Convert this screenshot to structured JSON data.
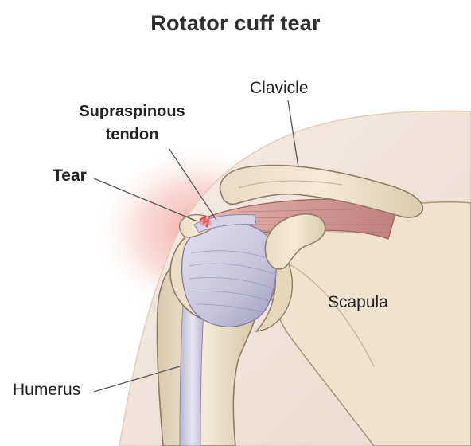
{
  "title": "Rotator cuff tear",
  "labels": {
    "clavicle": "Clavicle",
    "supraspinous_line1": "Supraspinous",
    "supraspinous_line2": "tendon",
    "tear": "Tear",
    "scapula": "Scapula",
    "humerus": "Humerus"
  },
  "colors": {
    "skin": "#f2e7dc",
    "skin_shadow": "#e4d3c2",
    "bone": "#f0e5cf",
    "bone_shadow": "#d8c7a8",
    "outline": "#8e7b63",
    "tendon": "#c9c7dc",
    "tendon_shadow": "#a7a4c4",
    "muscle": "#c9908d",
    "inflammation": "#f3b6ad",
    "tear": "#e23a45",
    "leader_line": "#555555",
    "text": "#222222"
  }
}
